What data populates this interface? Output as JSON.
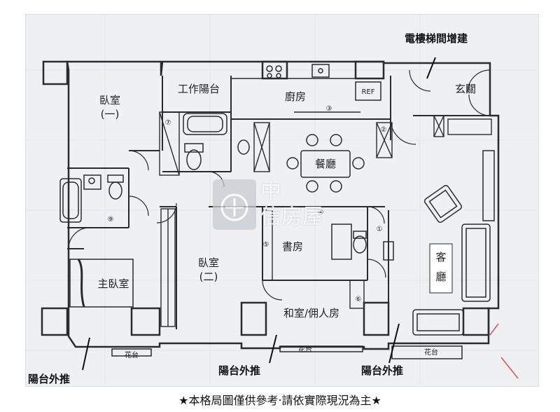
{
  "rooms": {
    "bedroom1": "臥室",
    "bedroom1_num": "(一)",
    "work_balcony": "工作陽台",
    "kitchen": "廚房",
    "ref": "REF",
    "entrance": "玄關",
    "dining": "餐廳",
    "living1": "客",
    "living2": "廳",
    "study": "書房",
    "master": "主臥室",
    "bedroom2": "臥室",
    "bedroom2_num": "(二)",
    "washitsu": "和室/佣人房"
  },
  "annotations": {
    "elevator": "電樓梯間增建",
    "balcony_left": "陽台外推",
    "balcony_mid": "陽台外推",
    "balcony_right": "陽台外推"
  },
  "planters": [
    "花台",
    "花台",
    "花台"
  ],
  "markers": [
    "③",
    "②",
    "⑨",
    "④",
    "⑤",
    "⑥",
    "①",
    "⑦"
  ],
  "footer": "★本格局圖僅供參考‧請依實際現況為主★",
  "watermark": {
    "line1": "中",
    "line2": "信房屋"
  },
  "colors": {
    "wall": "#2b2b2b",
    "accent_red": "#d9534f",
    "background": "#eef0f2"
  }
}
